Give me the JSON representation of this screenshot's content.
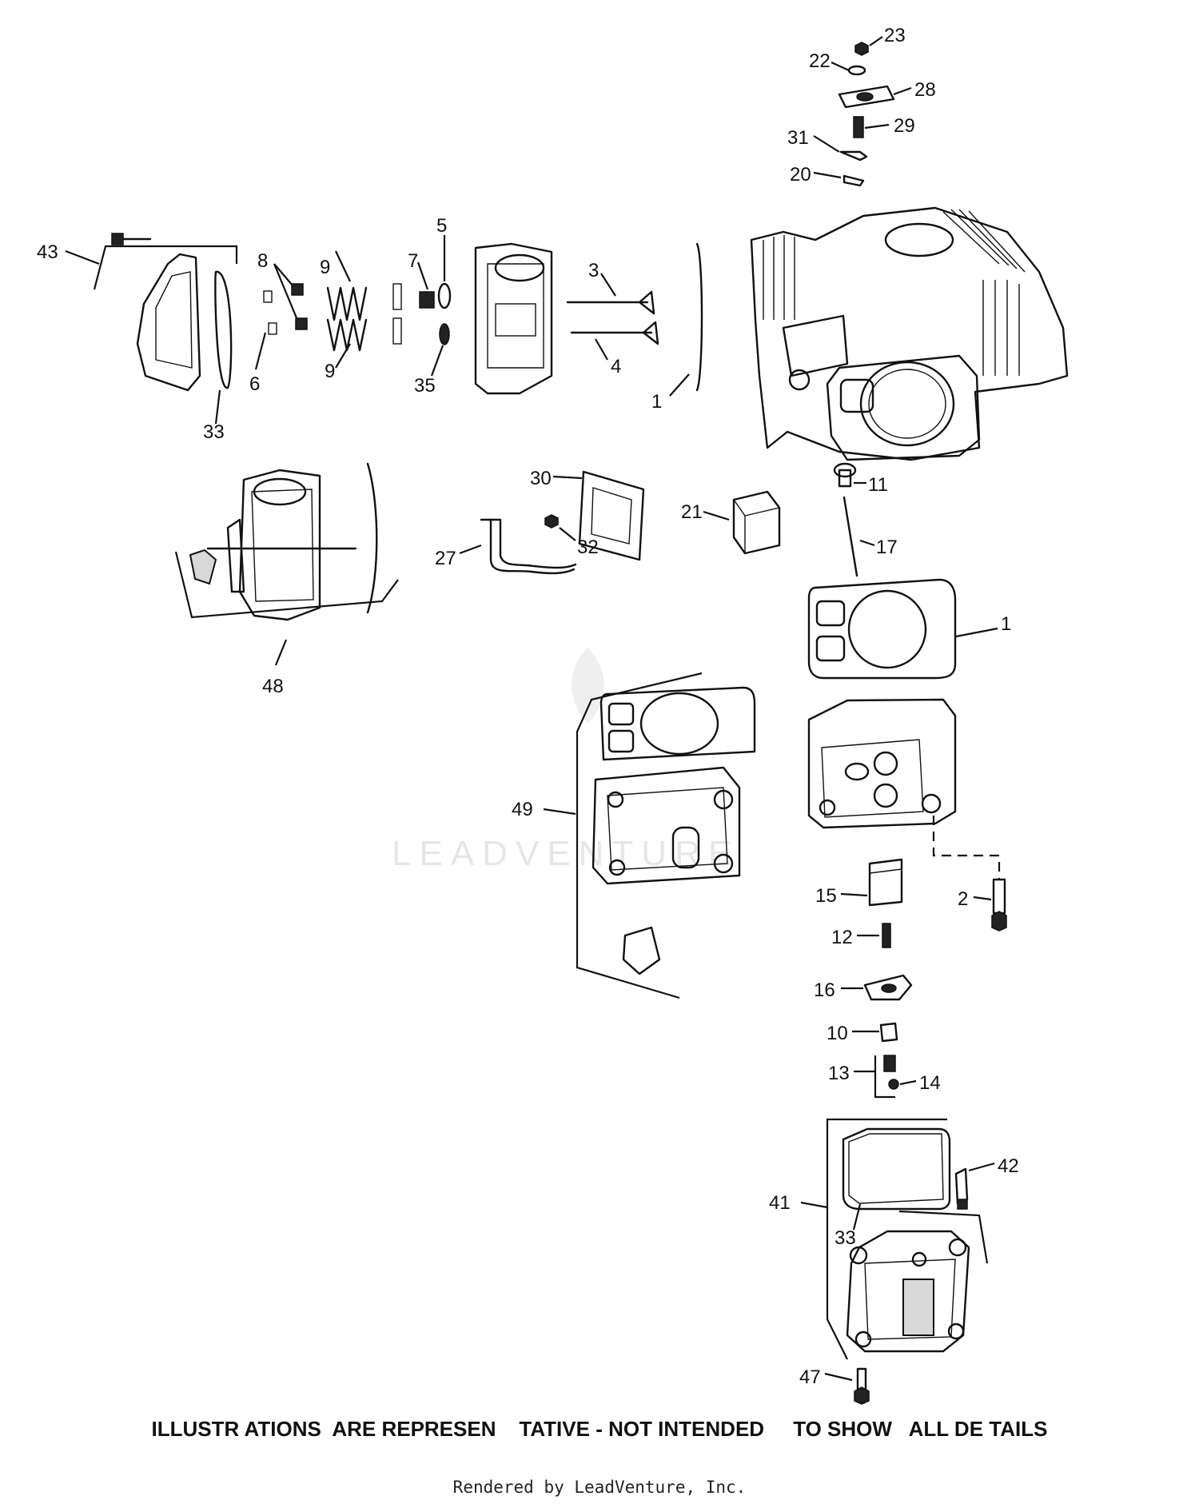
{
  "watermark": "LEADVENTURE",
  "disclaimer": "ILLUSTR ATIONS  ARE REPRESEN    TATIVE - NOT INTENDED     TO SHOW   ALL DE TAILS",
  "credit": "Rendered by LeadVenture, Inc.",
  "callouts": {
    "c23": "23",
    "c22": "22",
    "c28": "28",
    "c29": "29",
    "c31": "31",
    "c20": "20",
    "c43": "43",
    "c8": "8",
    "c9a": "9",
    "c7": "7",
    "c5": "5",
    "c3": "3",
    "c6": "6",
    "c9b": "9",
    "c35": "35",
    "c4": "4",
    "c1a": "1",
    "c33a": "33",
    "c30": "30",
    "c21": "21",
    "c11": "11",
    "c27": "27",
    "c32": "32",
    "c17": "17",
    "c48": "48",
    "c1b": "1",
    "c49": "49",
    "c2": "2",
    "c15": "15",
    "c12": "12",
    "c16": "16",
    "c10": "10",
    "c13": "13",
    "c14": "14",
    "c42": "42",
    "c41": "41",
    "c33b": "33",
    "c47": "47"
  }
}
